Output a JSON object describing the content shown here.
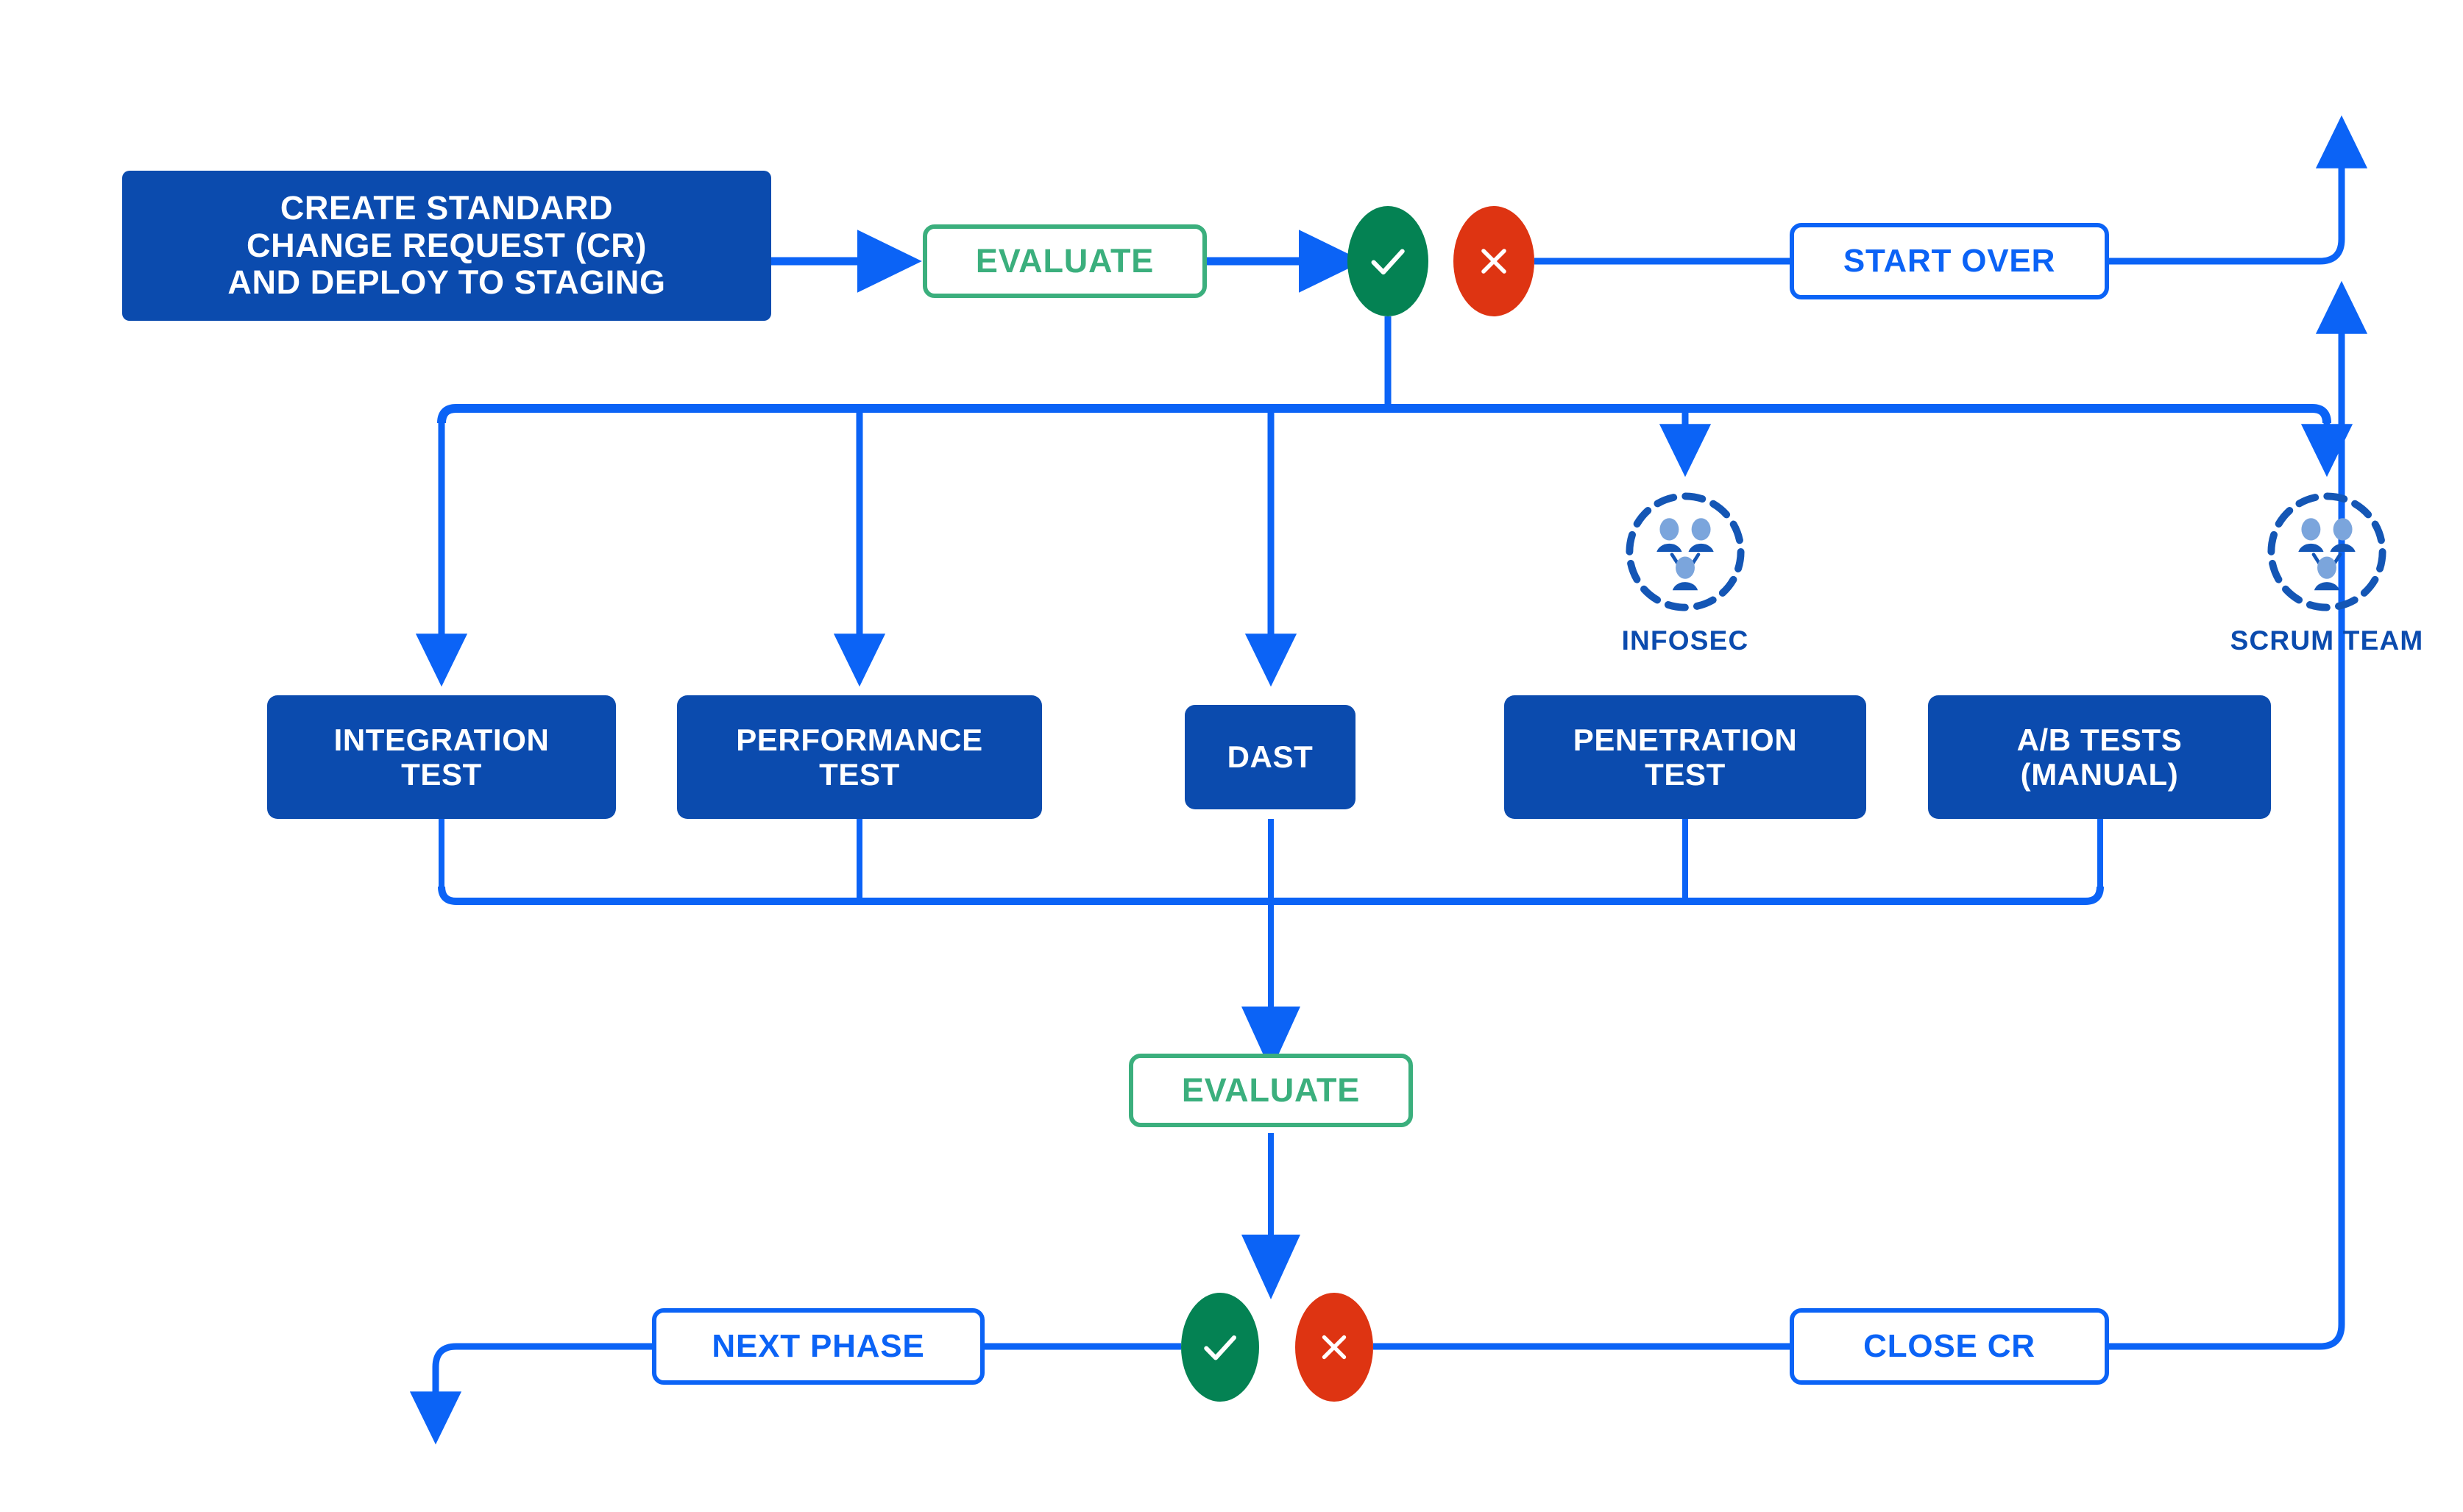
{
  "diagram": {
    "title": "Standard Change Request testing and release flow",
    "colors": {
      "process_fill": "#0B4BAE",
      "wire": "#0B63F6",
      "route_outline": "#0B63F6",
      "evaluate_outline": "#3BAF7D",
      "pass": "#048253",
      "fail": "#DE3412",
      "actor_head": "#7BA5DC",
      "actor_body": "#1456B5",
      "background": "#FFFFFF"
    }
  },
  "nodes": {
    "create_cr": {
      "label_lines": [
        "CREATE STANDARD",
        "CHANGE REQUEST (CR)",
        "AND DEPLOY TO STAGING"
      ]
    },
    "evaluate_top": {
      "label": "EVALUATE"
    },
    "start_over": {
      "label": "START OVER"
    },
    "evaluate_bottom": {
      "label": "EVALUATE"
    },
    "next_phase": {
      "label": "NEXT PHASE"
    },
    "close_cr": {
      "label": "CLOSE CR"
    }
  },
  "tests": [
    {
      "label_lines": [
        "INTEGRATION",
        "TEST"
      ]
    },
    {
      "label_lines": [
        "PERFORMANCE",
        "TEST"
      ]
    },
    {
      "label_lines": [
        "DAST"
      ]
    },
    {
      "label_lines": [
        "PENETRATION",
        "TEST"
      ]
    },
    {
      "label_lines": [
        "A/B TESTS",
        "(MANUAL)"
      ]
    }
  ],
  "actors": [
    {
      "label": "INFOSEC",
      "icon": "team-icon"
    },
    {
      "label": "SCRUM TEAM",
      "icon": "team-icon"
    }
  ],
  "status": {
    "pass_icon": "check-circle-icon",
    "fail_icon": "x-circle-icon"
  }
}
